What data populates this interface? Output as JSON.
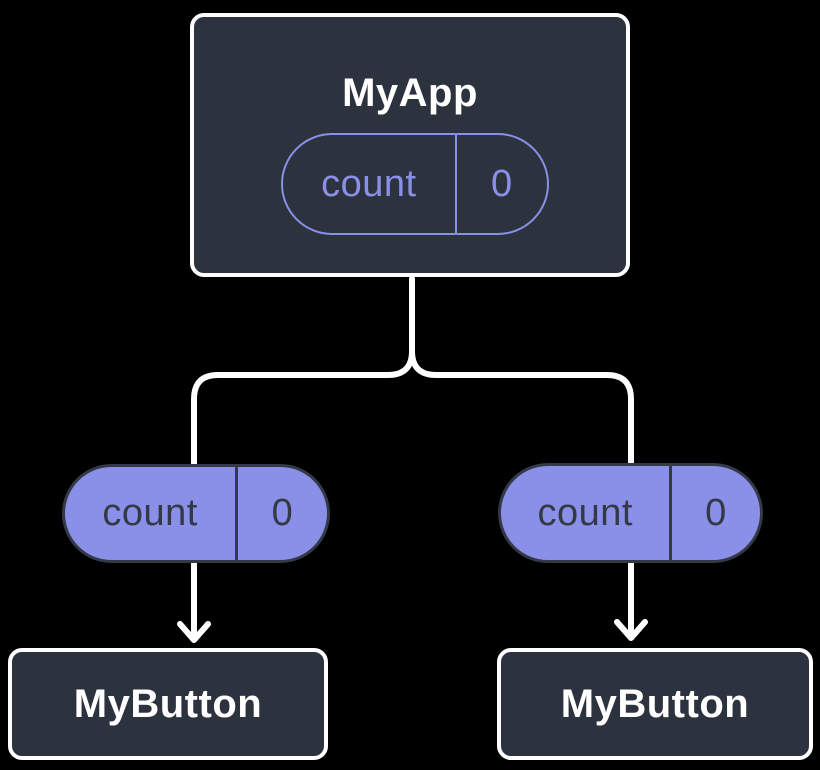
{
  "diagram": {
    "description": "component-tree-state-diagram",
    "background": "#000000",
    "colors": {
      "node_fill": "#2d333e",
      "node_border": "#ffffff",
      "wire": "#ffffff",
      "accent_purple": "#8a8fe8",
      "pill_dark_text": "#333946"
    },
    "root_node": {
      "title": "MyApp",
      "state_pill": {
        "label": "count",
        "value": "0"
      }
    },
    "left_branch": {
      "prop_pill": {
        "label": "count",
        "value": "0"
      },
      "node": {
        "title": "MyButton"
      }
    },
    "right_branch": {
      "prop_pill": {
        "label": "count",
        "value": "0"
      },
      "node": {
        "title": "MyButton"
      }
    }
  }
}
